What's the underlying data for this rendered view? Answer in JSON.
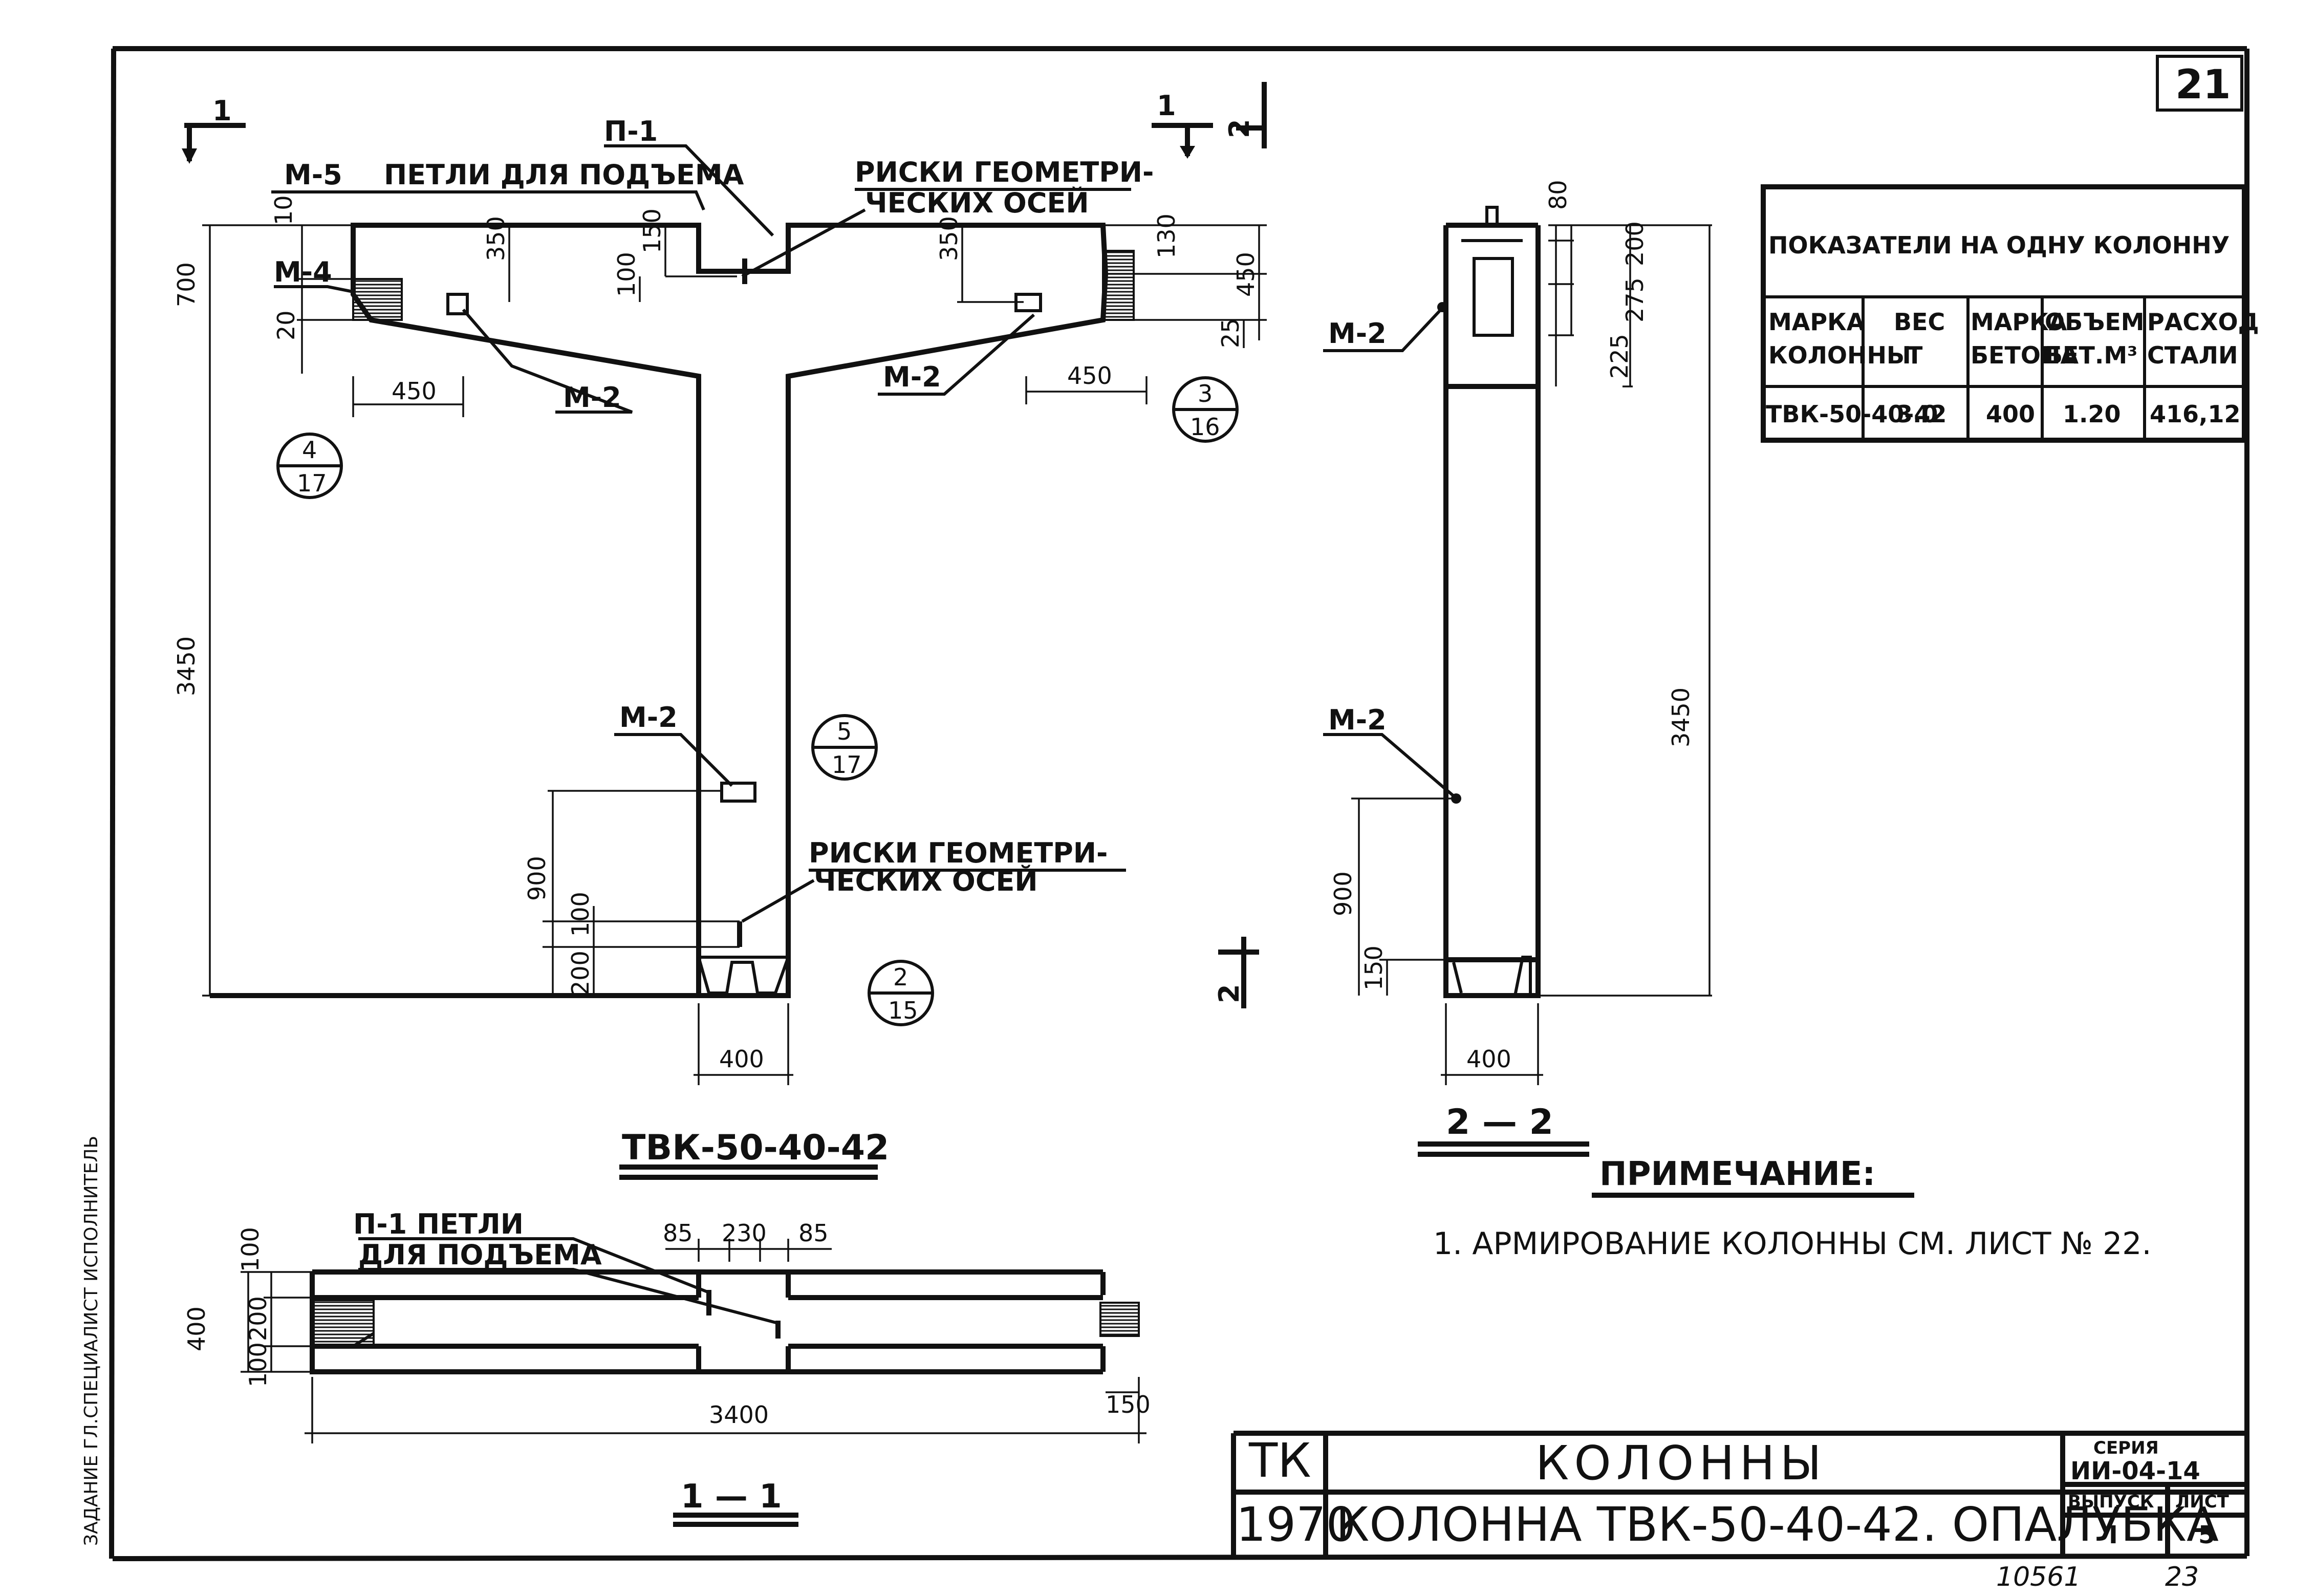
{
  "sheet": {
    "page_number": "21",
    "footer_left": "10561",
    "footer_right": "23",
    "side_stamp": "ЗАДАНИЕ   ГЛ.СПЕЦИАЛИСТ   ИСПОЛНИТЕЛЬ"
  },
  "main_view": {
    "name": "ТВК-50-40-42",
    "section_mark_top_left": "1",
    "section_mark_top_right_a": "1",
    "section_mark_top_right_b": "2",
    "section_mark_bottom": "2",
    "labels": {
      "m5": "М-5",
      "loops": "ПЕТЛИ ДЛЯ ПОДЪЕМА",
      "p1": "П-1",
      "axes_top_1": "РИСКИ ГЕОМЕТРИ-",
      "axes_top_2": "ЧЕСКИХ ОСЕЙ",
      "m4": "М-4",
      "m2_left": "М-2",
      "m2_right": "М-2",
      "m2_lower": "М-2",
      "axes_bot_1": "РИСКИ ГЕОМЕТРИ-",
      "axes_bot_2": "ЧЕСКИХ ОСЕЙ"
    },
    "dims": {
      "d10": "10",
      "d700": "700",
      "d20": "20",
      "d450_left": "450",
      "d350_left": "350",
      "d150": "150",
      "d100": "100",
      "d350_right": "350",
      "d450_right": "450",
      "d130": "130",
      "d450_vert": "450",
      "d25": "25",
      "d3450": "3450",
      "d900": "900",
      "d200": "200",
      "d100_low": "100",
      "d400": "400"
    },
    "callouts": [
      {
        "top": "4",
        "bottom": "17"
      },
      {
        "top": "3",
        "bottom": "16"
      },
      {
        "top": "5",
        "bottom": "17"
      },
      {
        "top": "2",
        "bottom": "15"
      }
    ]
  },
  "section_2_2": {
    "name": "2 — 2",
    "labels": {
      "m2_top": "М-2",
      "m2_low": "М-2"
    },
    "dims": {
      "d80": "80",
      "d200": "200",
      "d275": "275",
      "d225": "225",
      "d3450": "3450",
      "d900": "900",
      "d150": "150",
      "d400": "400"
    }
  },
  "section_1_1": {
    "name": "1 — 1",
    "labels": {
      "p1_1": "П-1 ПЕТЛИ",
      "p1_2": "ДЛЯ ПОДЪЕМА"
    },
    "dims": {
      "d85a": "85",
      "d230": "230",
      "d85b": "85",
      "d100": "100",
      "d200": "200",
      "d100b": "100",
      "d400": "400",
      "d3400": "3400",
      "d150": "150"
    }
  },
  "indicators": {
    "title": "ПОКАЗАТЕЛИ НА ОДНУ КОЛОННУ",
    "headers": [
      [
        "МАРКА",
        "КОЛОННЫ"
      ],
      [
        "ВЕС",
        "Т"
      ],
      [
        "МАРКА",
        "БЕТОНА"
      ],
      [
        "ОБЪЕМ",
        "БЕТ.М³"
      ],
      [
        "РАСХОД",
        "СТАЛИ"
      ]
    ],
    "row": [
      "ТВК-50-40-42",
      "3.0",
      "400",
      "1.20",
      "416,12"
    ]
  },
  "note": {
    "title": "ПРИМЕЧАНИЕ:",
    "text": "1. АРМИРОВАНИЕ КОЛОННЫ СМ. ЛИСТ № 22."
  },
  "title_block": {
    "code": "ТК",
    "year": "1970",
    "title": "КОЛОННЫ",
    "subtitle": "КОЛОННА ТВК-50-40-42. ОПАЛУБКА",
    "series_label": "СЕРИЯ",
    "series_value": "ИИ-04-14",
    "issue_label": "ВЫПУСК",
    "issue_value": "I",
    "sheet_label": "ЛИСТ",
    "sheet_value": "5"
  }
}
